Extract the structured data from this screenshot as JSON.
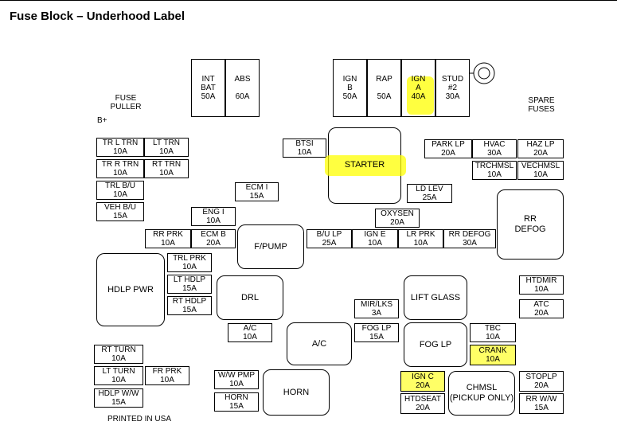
{
  "title": "Fuse Block – Underhood Label",
  "colors": {
    "highlight": "#ffff66",
    "border": "#000000"
  },
  "labels": {
    "fuse_puller": "FUSE\nPULLER",
    "b_plus": "B+",
    "spare_fuses": "SPARE\nFUSES",
    "printed": "PRINTED IN USA"
  },
  "fuses": {
    "int_bat": "INT\nBAT\n50A",
    "abs": "ABS\n\n60A",
    "ign_b": "IGN\nB\n50A",
    "rap": "RAP\n\n50A",
    "ign_a": "IGN\nA\n40A",
    "stud2": "STUD\n#2\n30A",
    "tr_l_trn": "TR L TRN\n10A",
    "lt_trn": "LT TRN\n10A",
    "tr_r_trn": "TR R TRN\n10A",
    "rt_trn": "RT TRN\n10A",
    "trl_bu": "TRL B/U\n10A",
    "veh_bu": "VEH B/U\n15A",
    "btsi": "BTSI\n10A",
    "starter": "STARTER",
    "park_lp": "PARK LP\n20A",
    "hvac": "HVAC\n30A",
    "haz_lp": "HAZ LP\n20A",
    "trchmsl": "TRCHMSL\n10A",
    "vechmsl": "VECHMSL\n10A",
    "ecm_i": "ECM I\n15A",
    "ld_lev": "LD LEV\n25A",
    "rr_defog_relay": "RR\nDEFOG",
    "eng_i": "ENG I\n10A",
    "oxysen": "OXYSEN\n20A",
    "rr_prk": "RR PRK\n10A",
    "ecm_b": "ECM B\n20A",
    "f_pump": "F/PUMP",
    "bu_lp": "B/U LP\n25A",
    "ign_e": "IGN E\n10A",
    "lr_prk": "LR PRK\n10A",
    "rr_defog": "RR DEFOG\n30A",
    "hdlp_pwr": "HDLP PWR",
    "trl_prk": "TRL PRK\n10A",
    "lt_hdlp": "LT HDLP\n15A",
    "rt_hdlp": "RT HDLP\n15A",
    "drl": "DRL",
    "lift_glass": "LIFT GLASS",
    "htdmir": "HTDMIR\n10A",
    "mir_lks": "MIR/LKS\n3A",
    "atc": "ATC\n20A",
    "ac_fuse": "A/C\n10A",
    "ac_relay": "A/C",
    "fog_lp_fuse": "FOG LP\n15A",
    "fog_lp_relay": "FOG LP",
    "tbc": "TBC\n10A",
    "crank": "CRANK\n10A",
    "rt_turn": "RT TURN\n10A",
    "lt_turn": "LT TURN\n10A",
    "fr_prk": "FR PRK\n10A",
    "hdlp_ww": "HDLP W/W\n15A",
    "ww_pmp": "W/W PMP\n10A",
    "horn_fuse": "HORN\n15A",
    "horn_relay": "HORN",
    "ign_c": "IGN C\n20A",
    "htdseat": "HTDSEAT\n20A",
    "chmsl": "CHMSL\n(PICKUP ONLY)",
    "stoplp": "STOPLP\n20A",
    "rr_ww": "RR W/W\n15A"
  }
}
